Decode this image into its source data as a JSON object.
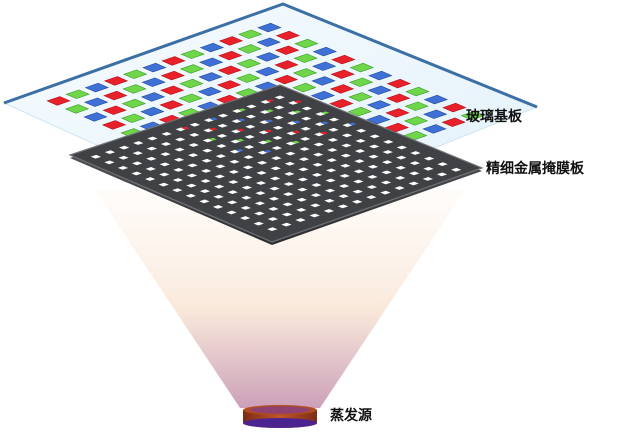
{
  "labels": {
    "glass_substrate": "玻璃基板",
    "fine_metal_mask": "精细金属掩膜板",
    "evaporation_source": "蒸发源"
  },
  "colors": {
    "red": "#e8202a",
    "green": "#6fd64a",
    "blue": "#3f70d6",
    "glass": "#eaf6fc",
    "glass_edge": "#3b6fa6",
    "mask": "#3f4144",
    "source_rim": "#9c3a18",
    "source_top": "#5b2aa8"
  }
}
